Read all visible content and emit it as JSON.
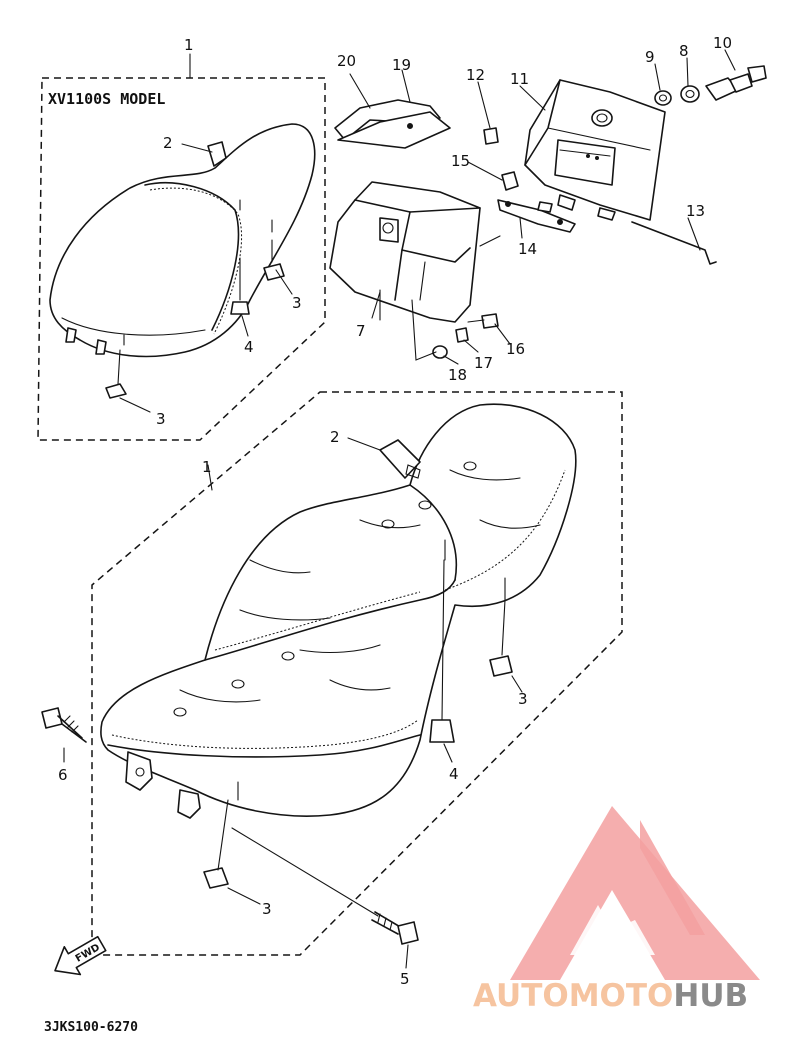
{
  "diagram": {
    "model_label": "XV1100S MODEL",
    "diagram_code": "3JKS100-6270",
    "fwd_label": "FWD",
    "callouts": [
      {
        "id": "c1-top",
        "text": "1"
      },
      {
        "id": "c2-top",
        "text": "2"
      },
      {
        "id": "c3-top-a",
        "text": "3"
      },
      {
        "id": "c4-top",
        "text": "4"
      },
      {
        "id": "c3-top-b",
        "text": "3"
      },
      {
        "id": "c20",
        "text": "20"
      },
      {
        "id": "c19",
        "text": "19"
      },
      {
        "id": "c12",
        "text": "12"
      },
      {
        "id": "c11",
        "text": "11"
      },
      {
        "id": "c9",
        "text": "9"
      },
      {
        "id": "c8",
        "text": "8"
      },
      {
        "id": "c10",
        "text": "10"
      },
      {
        "id": "c15",
        "text": "15"
      },
      {
        "id": "c13",
        "text": "13"
      },
      {
        "id": "c14",
        "text": "14"
      },
      {
        "id": "c7",
        "text": "7"
      },
      {
        "id": "c16",
        "text": "16"
      },
      {
        "id": "c17",
        "text": "17"
      },
      {
        "id": "c18",
        "text": "18"
      },
      {
        "id": "c2-main",
        "text": "2"
      },
      {
        "id": "c1-main",
        "text": "1"
      },
      {
        "id": "c3-main-a",
        "text": "3"
      },
      {
        "id": "c4-main",
        "text": "4"
      },
      {
        "id": "c6",
        "text": "6"
      },
      {
        "id": "c3-main-b",
        "text": "3"
      },
      {
        "id": "c5",
        "text": "5"
      }
    ]
  },
  "watermark": {
    "word_part1": "AUTOMOTO",
    "word_part2": "HUB",
    "colors": {
      "triangle": "#f3a0a0",
      "word_part1": "#f6c4a0",
      "word_part2": "#8a8a8a"
    }
  }
}
